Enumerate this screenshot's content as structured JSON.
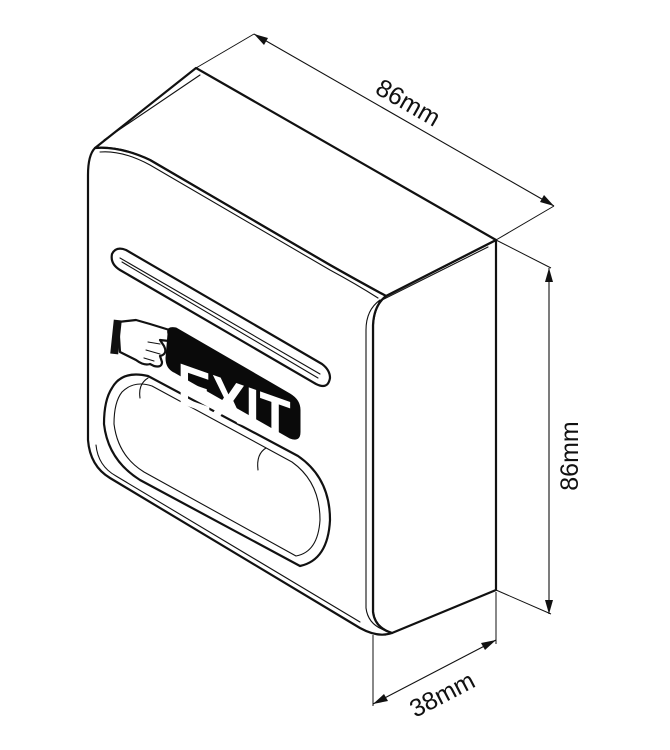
{
  "device": {
    "label": "EXIT"
  },
  "dimensions": {
    "width": "86mm",
    "height": "86mm",
    "depth": "38mm"
  }
}
